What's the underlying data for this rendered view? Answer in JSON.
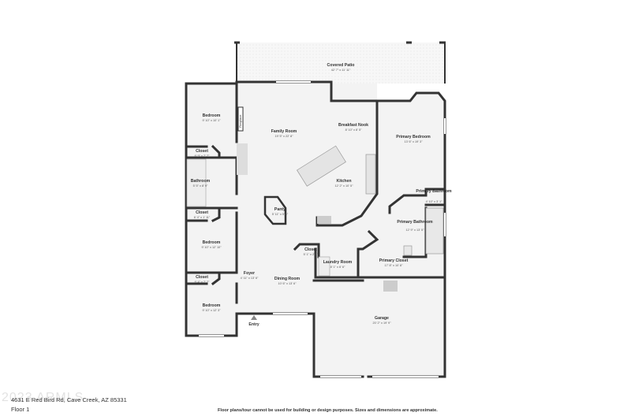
{
  "rooms": {
    "covered_patio": {
      "name": "Covered Patio",
      "dims": "42' 7\" x 11' 11\""
    },
    "bedroom_top": {
      "name": "Bedroom",
      "dims": "9' 10\" x 10' 1\""
    },
    "family_room": {
      "name": "Family Room",
      "dims": "19' 5\" x 22' 8\""
    },
    "breakfast_nook": {
      "name": "Breakfast Nook",
      "dims": "8' 10\" x 8' 5\""
    },
    "primary_bedroom": {
      "name": "Primary Bedroom",
      "dims": "13' 6\" x 19' 3\""
    },
    "closet_1": {
      "name": "Closet",
      "dims": "6' 9\" x 2' 2\""
    },
    "bathroom": {
      "name": "Bathroom",
      "dims": "5' 5\" x 8' 9\""
    },
    "kitchen": {
      "name": "Kitchen",
      "dims": "12' 2\" x 10' 5\""
    },
    "primary_bath_sm": {
      "name": "Primary Bathroom",
      "dims": "4' 10\" x 3' 1\""
    },
    "closet_2": {
      "name": "Closet",
      "dims": "6' 4\" x 1' 11\""
    },
    "pantry": {
      "name": "Panty",
      "dims": "5' 11\" x 5' 8\""
    },
    "primary_bath": {
      "name": "Primary Bathroom",
      "dims": "12' 9\" x 13' 5\""
    },
    "bedroom_mid": {
      "name": "Bedroom",
      "dims": "9' 10\" x 12' 10\""
    },
    "closet_3": {
      "name": "Closet",
      "dims": "5' 1\" x 2' 1\""
    },
    "primary_closet": {
      "name": "Primary Closet",
      "dims": "17' 8\" x 10' 8\""
    },
    "laundry_room": {
      "name": "Laundry Room",
      "dims": "8' 1\" x 6' 6\""
    },
    "closet_4": {
      "name": "Closet",
      "dims": "6' 4\" x 2' 2\""
    },
    "foyer": {
      "name": "Foyer",
      "dims": "4' 11\" x 13' 6\""
    },
    "dining_room": {
      "name": "Dining Room",
      "dims": "10' 6\" x 13' 6\""
    },
    "bedroom_bottom": {
      "name": "Bedroom",
      "dims": "9' 10\" x 12' 3\""
    },
    "garage": {
      "name": "Garage",
      "dims": "20' 2\" x 19' 9\""
    },
    "entry": {
      "name": "Entry",
      "dims": ""
    }
  },
  "fireplace_label": "Fireplace",
  "address": "4631 E Red Bird Rd, Cave Creek, AZ 85331",
  "floor_label": "Floor 1",
  "disclaimer": "Floor plans/tour cannot be used for building or design purposes. Sizes and dimensions are approximate.",
  "watermark": "2023 ARMLS"
}
